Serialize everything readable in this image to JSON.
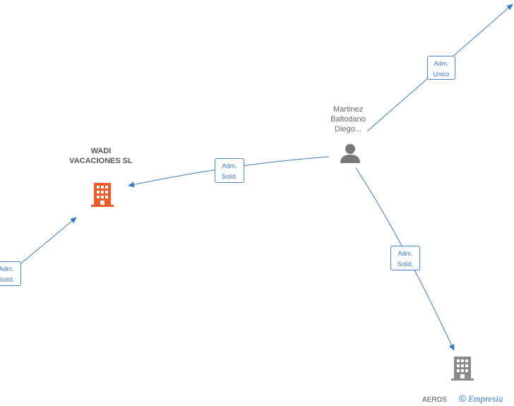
{
  "colors": {
    "edge": "#3a78bf",
    "company_main": "#f05a28",
    "company_other": "#8a8a8a",
    "person": "#777777"
  },
  "nodes": {
    "wadi": {
      "label": "WADI VACACIONES SL",
      "icon": "building-icon"
    },
    "person": {
      "label": "Martinez Baltodano Diego...",
      "icon": "person-icon"
    },
    "aeros": {
      "label": "AEROS",
      "icon": "building-icon"
    }
  },
  "roles": {
    "top_right": {
      "line1": "Adm.",
      "line2": "Unico"
    },
    "center": {
      "line1": "Adm.",
      "line2": "Solid."
    },
    "lower_right": {
      "line1": "Adm.",
      "line2": "Solid."
    },
    "left": {
      "line1": "Adm.",
      "line2": "Solid."
    }
  },
  "footer": {
    "copyright": "©",
    "brand": "Empresia"
  }
}
